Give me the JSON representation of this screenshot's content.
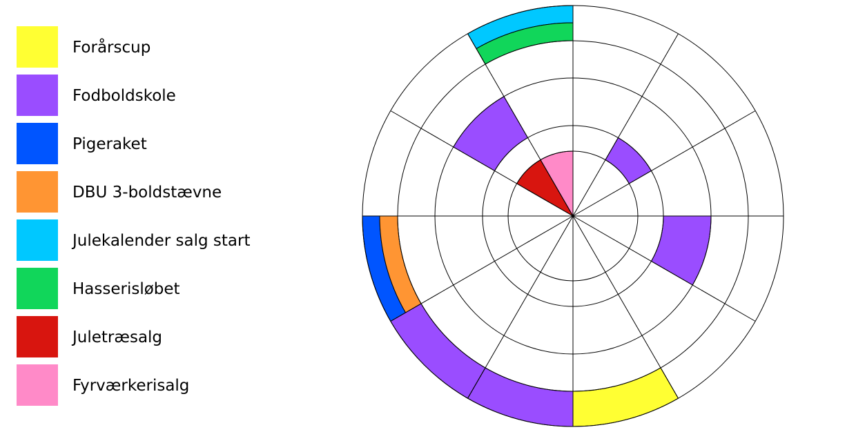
{
  "legend": [
    {
      "label": "Forårscup",
      "color": "#ffff33"
    },
    {
      "label": "Fodboldskole",
      "color": "#9a4dff"
    },
    {
      "label": "Pigeraket",
      "color": "#0055ff"
    },
    {
      "label": "DBU 3-boldstævne",
      "color": "#ff9533"
    },
    {
      "label": "Julekalender salg start",
      "color": "#00c8ff"
    },
    {
      "label": "Hasserisløbet",
      "color": "#11d65a"
    },
    {
      "label": "Juletræsalg",
      "color": "#d8150f"
    },
    {
      "label": "Fyrværkerisalg",
      "color": "#ff8ac8"
    }
  ],
  "wheel": {
    "segments": 12,
    "rings": 5,
    "ring_label": "",
    "filled": [
      {
        "event": "Forårscup",
        "segment": 5,
        "ring": 5,
        "color": "#ffff33"
      },
      {
        "event": "Fodboldskole",
        "segment": 6,
        "ring": 5,
        "color": "#9a4dff"
      },
      {
        "event": "Fodboldskole",
        "segment": 7,
        "ring": 5,
        "color": "#9a4dff"
      },
      {
        "event": "Fodboldskole",
        "segment": 3,
        "ring": 3,
        "color": "#9a4dff"
      },
      {
        "event": "Fodboldskole",
        "segment": 1,
        "ring": 2,
        "color": "#9a4dff"
      },
      {
        "event": "Fodboldskole",
        "segment": 10,
        "ring": 3,
        "color": "#9a4dff"
      },
      {
        "event": "Pigeraket",
        "segment": 8,
        "ring": 5,
        "color": "#0055ff",
        "sub": "outer"
      },
      {
        "event": "DBU 3-boldstævne",
        "segment": 8,
        "ring": 5,
        "color": "#ff9533",
        "sub": "inner"
      },
      {
        "event": "Julekalender salg start",
        "segment": 11,
        "ring": 5,
        "color": "#00c8ff",
        "sub": "outer"
      },
      {
        "event": "Hasserisløbet",
        "segment": 11,
        "ring": 5,
        "color": "#11d65a",
        "sub": "inner"
      },
      {
        "event": "Juletræsalg",
        "segment": 10,
        "ring": 1,
        "color": "#d8150f"
      },
      {
        "event": "Fyrværkerisalg",
        "segment": 11,
        "ring": 1,
        "color": "#ff8ac8"
      }
    ]
  }
}
